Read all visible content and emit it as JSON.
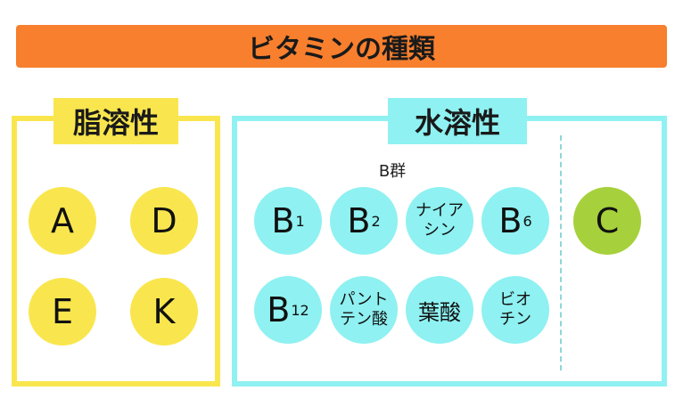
{
  "title": "ビタミンの種類",
  "colors": {
    "banner": "#f77f2e",
    "fat": "#f9e64e",
    "water": "#8ff1f1",
    "vitamin_c": "#a6d13c"
  },
  "fat_soluble": {
    "label": "脂溶性",
    "items": [
      "A",
      "D",
      "E",
      "K"
    ]
  },
  "water_soluble": {
    "label": "水溶性",
    "b_group_label": "B群",
    "b_group": {
      "b1": {
        "letter": "B",
        "sub": "1"
      },
      "b2": {
        "letter": "B",
        "sub": "2"
      },
      "niacin": {
        "line1": "ナイア",
        "line2": "シン"
      },
      "b6": {
        "letter": "B",
        "sub": "6"
      },
      "b12": {
        "letter": "B",
        "sub": "12"
      },
      "pantothenic": {
        "line1": "パント",
        "line2": "テン酸"
      },
      "folic": "葉酸",
      "biotin": {
        "line1": "ビオ",
        "line2": "チン"
      }
    },
    "c": "C"
  }
}
